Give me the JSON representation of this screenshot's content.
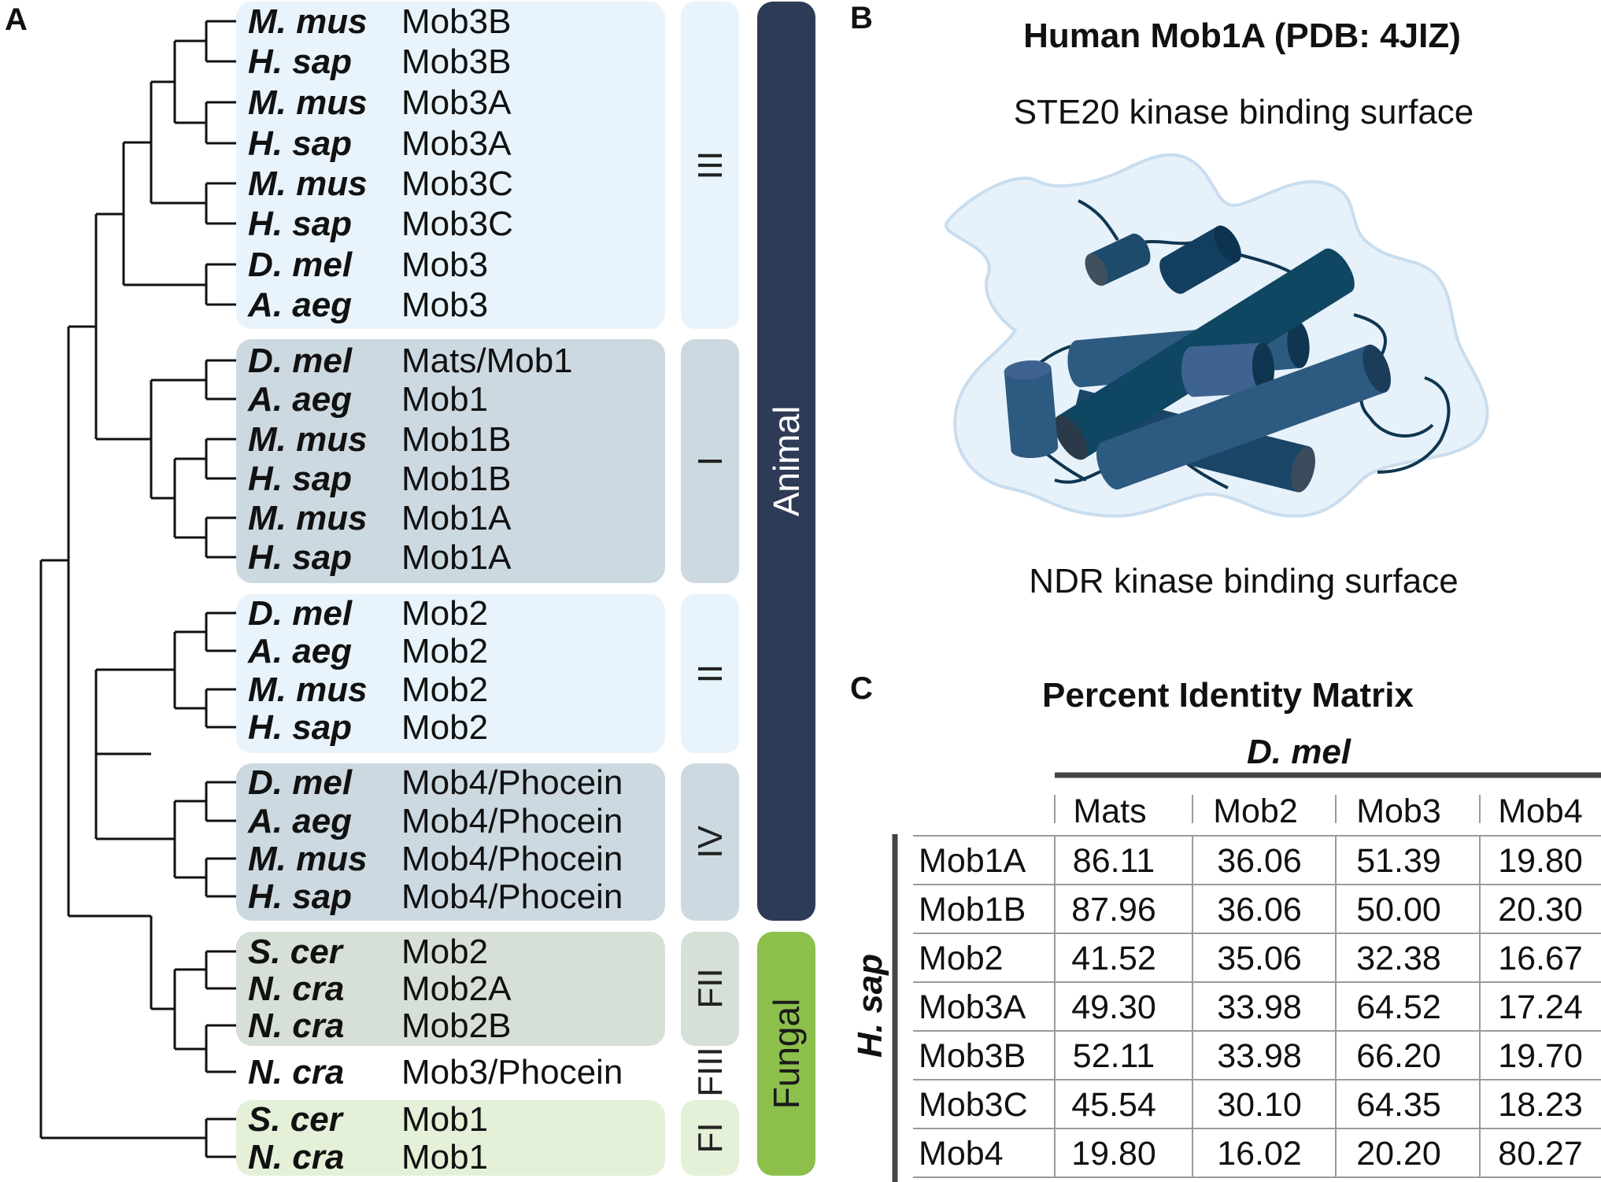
{
  "panels": {
    "a": "A",
    "b": "B",
    "c": "C"
  },
  "tree": {
    "leaves": [
      {
        "species": "M. mus",
        "gene": "Mob3B"
      },
      {
        "species": "H. sap",
        "gene": "Mob3B"
      },
      {
        "species": "M. mus",
        "gene": "Mob3A"
      },
      {
        "species": "H. sap",
        "gene": "Mob3A"
      },
      {
        "species": "M. mus",
        "gene": "Mob3C"
      },
      {
        "species": "H. sap",
        "gene": "Mob3C"
      },
      {
        "species": "D. mel",
        "gene": "Mob3"
      },
      {
        "species": "A. aeg",
        "gene": "Mob3"
      },
      {
        "species": "D. mel",
        "gene": "Mats/Mob1"
      },
      {
        "species": "A. aeg",
        "gene": "Mob1"
      },
      {
        "species": "M. mus",
        "gene": "Mob1B"
      },
      {
        "species": "H. sap",
        "gene": "Mob1B"
      },
      {
        "species": "M. mus",
        "gene": "Mob1A"
      },
      {
        "species": "H. sap",
        "gene": "Mob1A"
      },
      {
        "species": "D. mel",
        "gene": "Mob2"
      },
      {
        "species": "A. aeg",
        "gene": "Mob2"
      },
      {
        "species": "M. mus",
        "gene": "Mob2"
      },
      {
        "species": "H. sap",
        "gene": "Mob2"
      },
      {
        "species": "D. mel",
        "gene": "Mob4/Phocein"
      },
      {
        "species": "A. aeg",
        "gene": "Mob4/Phocein"
      },
      {
        "species": "M. mus",
        "gene": "Mob4/Phocein"
      },
      {
        "species": "H. sap",
        "gene": "Mob4/Phocein"
      },
      {
        "species": "S. cer",
        "gene": "Mob2"
      },
      {
        "species": "N. cra",
        "gene": "Mob2A"
      },
      {
        "species": "N. cra",
        "gene": "Mob2B"
      },
      {
        "species": "N. cra",
        "gene": "Mob3/Phocein"
      },
      {
        "species": "S. cer",
        "gene": "Mob1"
      },
      {
        "species": "N. cra",
        "gene": "Mob1"
      }
    ],
    "groups": [
      "III",
      "I",
      "II",
      "IV",
      "FII",
      "FIII",
      "FI"
    ],
    "kingdoms": [
      "Animal",
      "Fungal"
    ],
    "colors": {
      "class_light": "#e8f3fb",
      "class_gray": "#cdd9e1",
      "fungal_green": "#d6e0d7",
      "fungal_light": "#e4f0d8",
      "animal_bar": "#2e3b56",
      "fungal_bar": "#8cc04b"
    }
  },
  "structure": {
    "title": "Human Mob1A (PDB: 4JIZ)",
    "top_label": "STE20 kinase binding surface",
    "bottom_label": "NDR kinase binding surface",
    "colors": {
      "surface": "#e6f1fa",
      "helix_dark": "#0f4763",
      "helix_mid": "#2d5a80",
      "helix_light": "#3e6390",
      "loop": "#0f3650"
    }
  },
  "matrix": {
    "title": "Percent Identity Matrix",
    "column_group": "D. mel",
    "row_group": "H. sap",
    "columns": [
      "Mats",
      "Mob2",
      "Mob3",
      "Mob4"
    ],
    "rows": [
      {
        "label": "Mob1A",
        "values": [
          "86.11",
          "36.06",
          "51.39",
          "19.80"
        ]
      },
      {
        "label": "Mob1B",
        "values": [
          "87.96",
          "36.06",
          "50.00",
          "20.30"
        ]
      },
      {
        "label": "Mob2",
        "values": [
          "41.52",
          "35.06",
          "32.38",
          "16.67"
        ]
      },
      {
        "label": "Mob3A",
        "values": [
          "49.30",
          "33.98",
          "64.52",
          "17.24"
        ]
      },
      {
        "label": "Mob3B",
        "values": [
          "52.11",
          "33.98",
          "66.20",
          "19.70"
        ]
      },
      {
        "label": "Mob3C",
        "values": [
          "45.54",
          "30.10",
          "64.35",
          "18.23"
        ]
      },
      {
        "label": "Mob4",
        "values": [
          "19.80",
          "16.02",
          "20.20",
          "80.27"
        ]
      }
    ]
  }
}
